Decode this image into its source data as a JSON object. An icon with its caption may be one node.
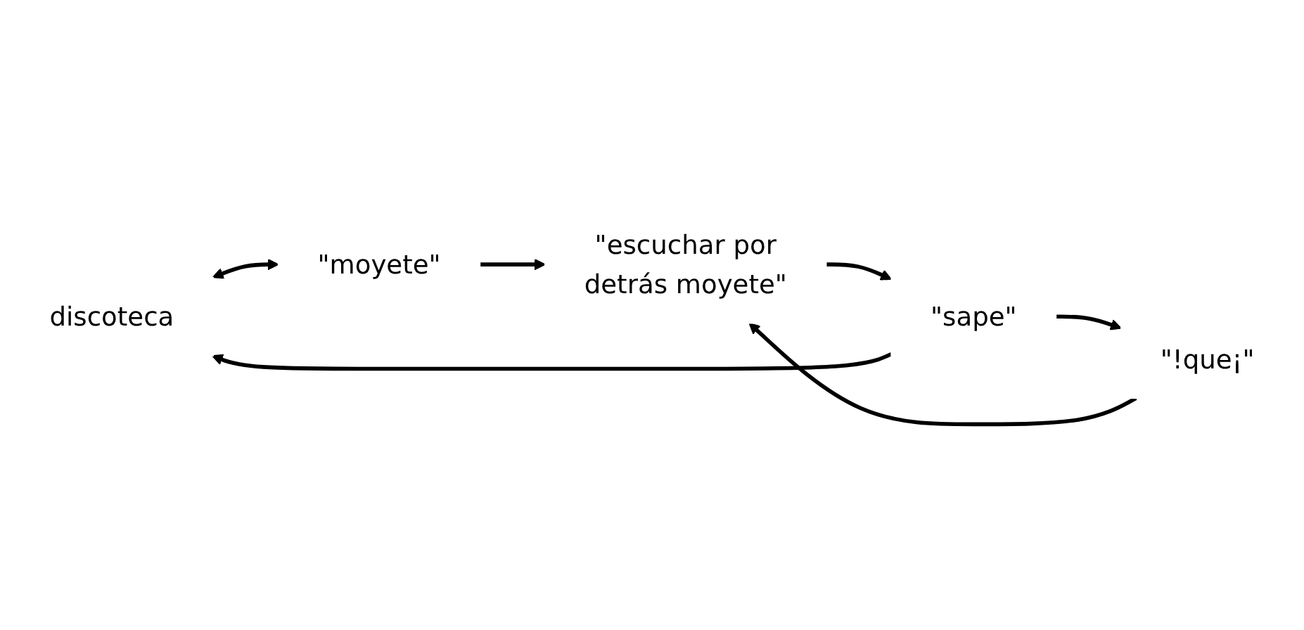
{
  "diagram": {
    "nodes": [
      {
        "text": [
          "discoteca"
        ]
      },
      {
        "text": [
          "\"moyete\""
        ]
      },
      {
        "text": [
          "\"escuchar por detrás moyete\""
        ]
      },
      {
        "text": [
          "\"sape\""
        ]
      },
      {
        "text": [
          "\"!que¡\""
        ]
      }
    ],
    "edges": [
      {
        "from": 0,
        "to": 1,
        "arrow": "both"
      },
      {
        "from": 1,
        "to": 2,
        "arrow": "to"
      },
      {
        "from": 2,
        "to": 3,
        "arrow": "to"
      },
      {
        "from": 3,
        "to": 0,
        "arrow": "to"
      },
      {
        "from": 3,
        "to": 4,
        "arrow": "to"
      },
      {
        "from": 4,
        "to": 2,
        "arrow": "to"
      }
    ]
  }
}
